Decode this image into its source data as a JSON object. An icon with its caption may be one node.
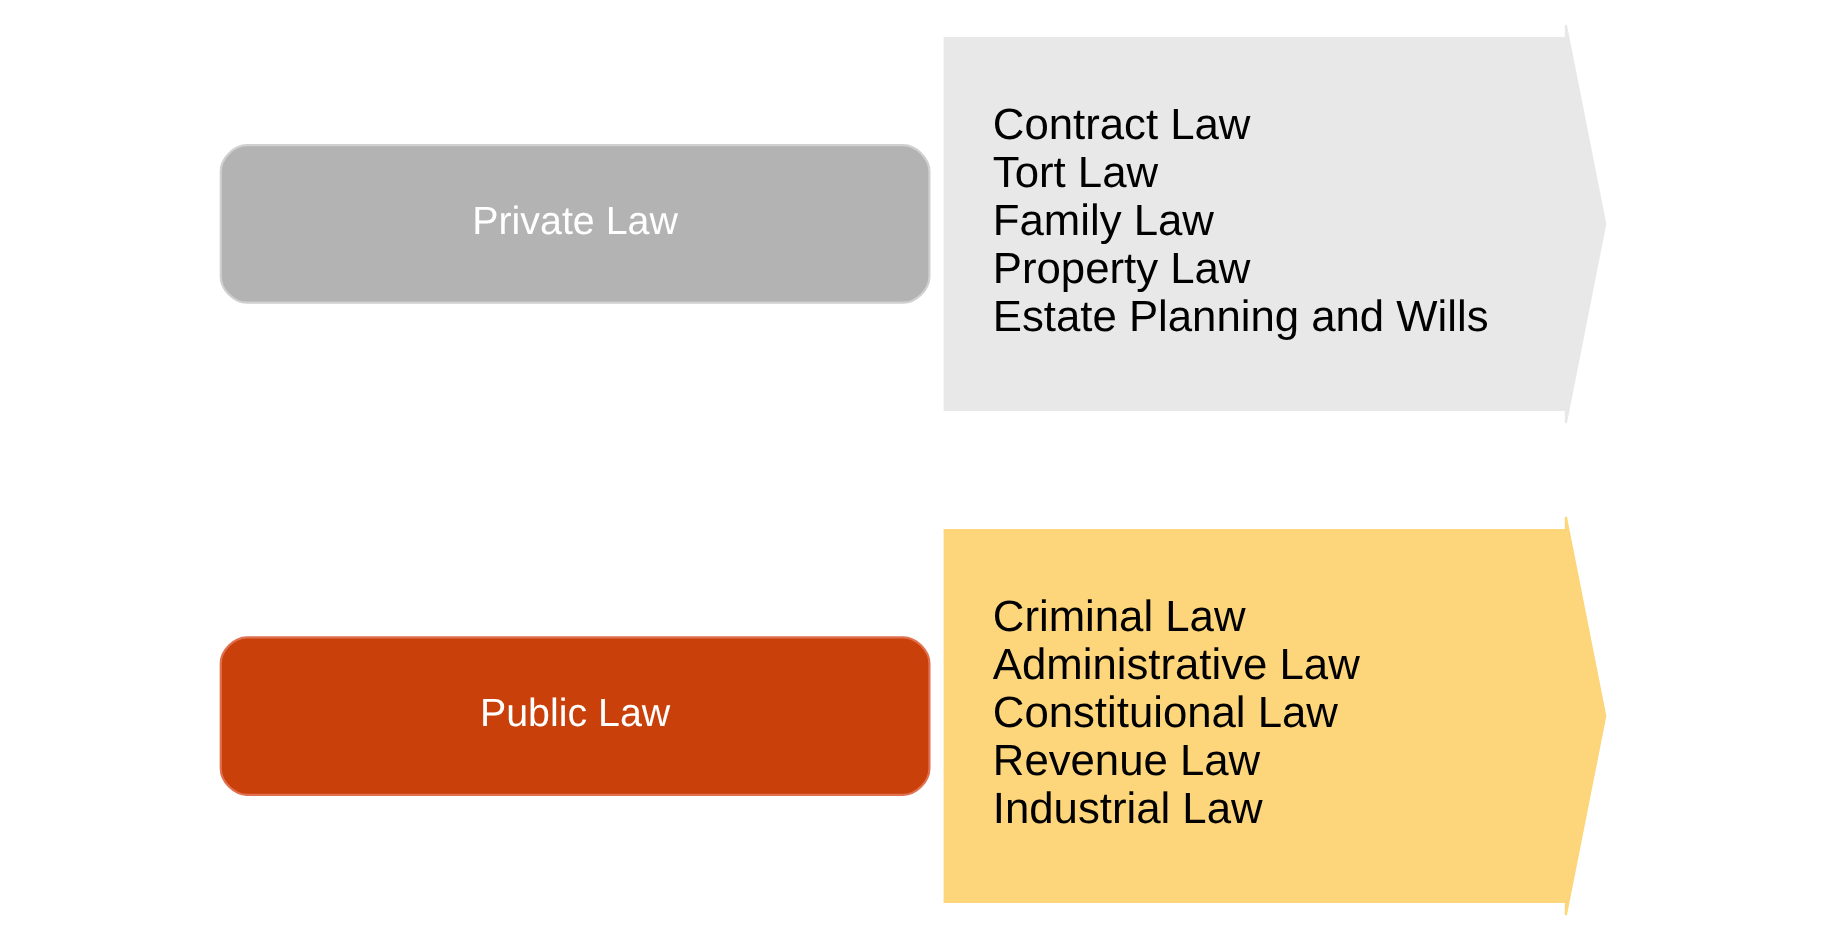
{
  "diagram": {
    "nodes": [
      {
        "text": [
          "Private Law"
        ]
      },
      {
        "text": [
          "Contract Law",
          "Tort Law",
          "Family Law",
          "Property Law",
          "Estate Planning and Wills"
        ]
      },
      {
        "text": [
          "Public Law"
        ]
      },
      {
        "text": [
          "Criminal Law",
          "Administrative Law",
          "Constituional Law",
          "Revenue Law",
          "Industrial Law"
        ]
      }
    ]
  }
}
